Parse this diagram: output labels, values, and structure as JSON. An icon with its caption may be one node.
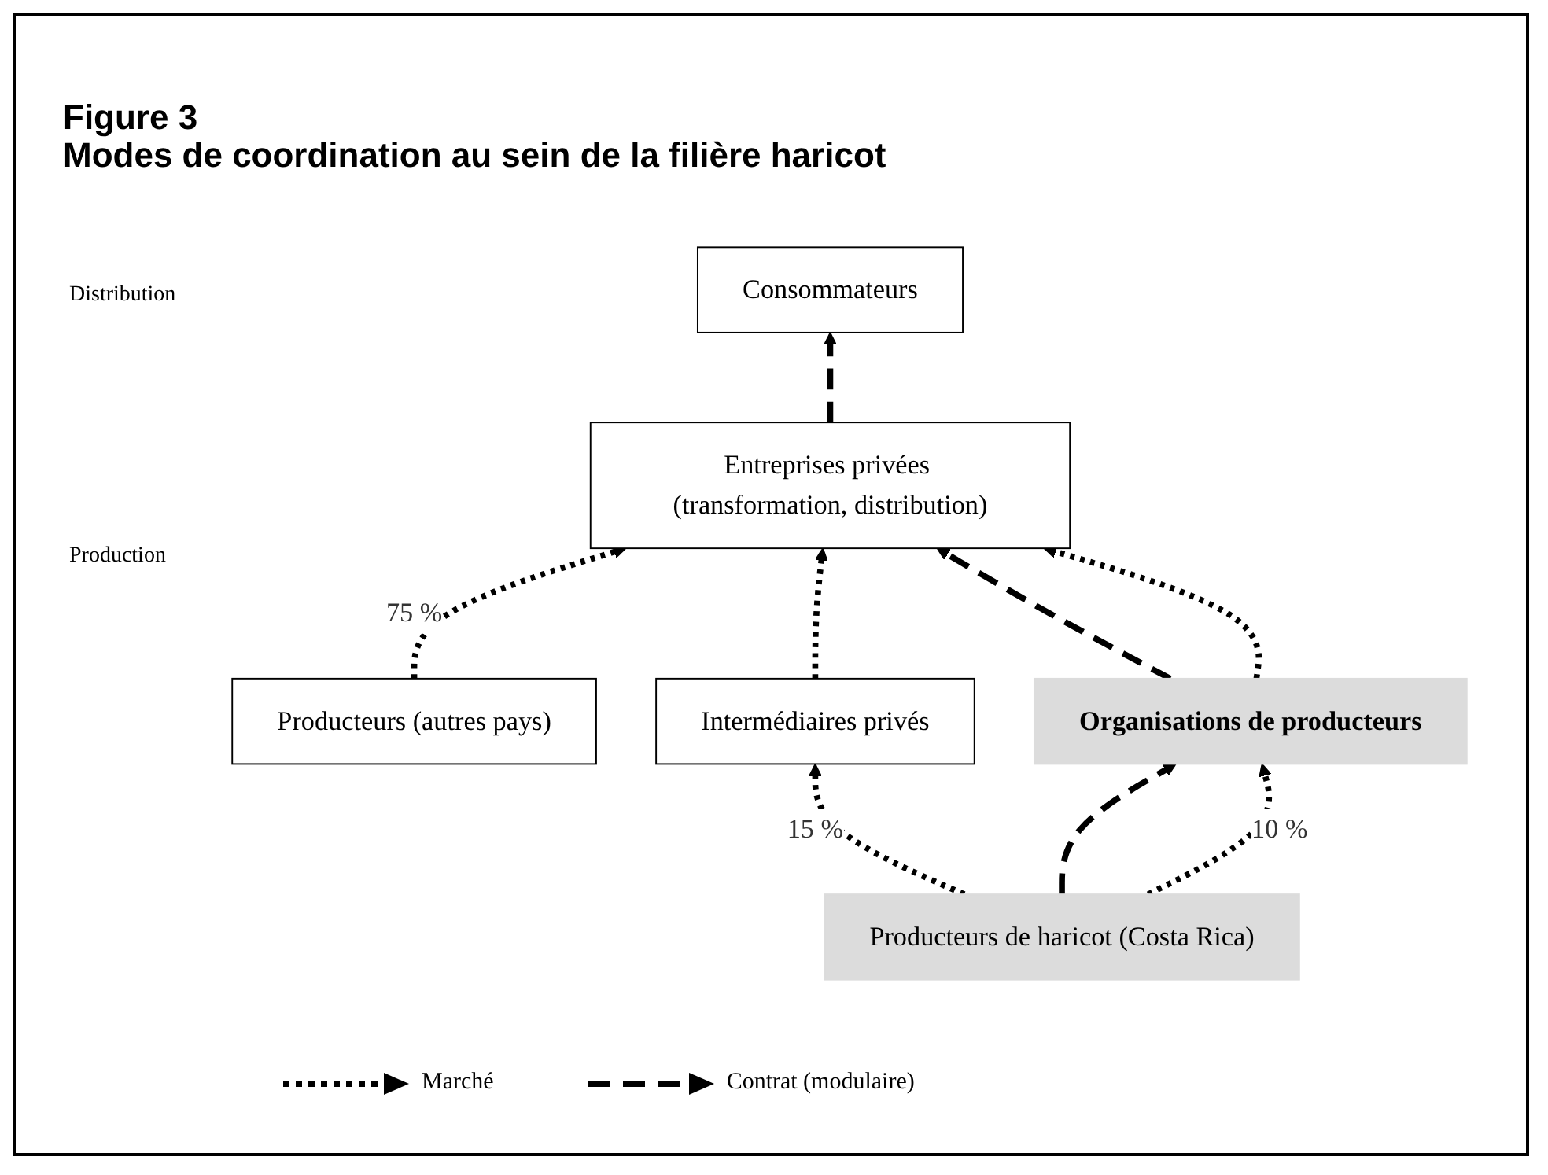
{
  "diagram": {
    "title": "Modes de coordination au sein de la filière haricot",
    "nodes": [
      {
        "text": [
          "Consommateurs"
        ]
      },
      {
        "text": [
          "Entreprises privées (transformation, distribution)"
        ]
      },
      {
        "text": [
          "Intermédiaires privés"
        ]
      },
      {
        "text": [
          "Organisations de producteurs"
        ]
      },
      {
        "text": [
          "Producteurs de haricot (Costa Rica)"
        ]
      },
      {
        "text": [
          "Producteurs (autres pays)"
        ]
      }
    ],
    "edges": [
      {
        "from": 4,
        "to": 2,
        "arrow": "to",
        "label": "15 %"
      },
      {
        "from": 4,
        "to": 3,
        "arrow": "to",
        "style": "dashed"
      },
      {
        "from": 4,
        "to": 3,
        "arrow": "to",
        "label": "10 %"
      },
      {
        "from": 5,
        "to": 1,
        "arrow": "to",
        "label": "75 %"
      },
      {
        "from": 2,
        "to": 1,
        "arrow": "to"
      },
      {
        "from": 3,
        "to": 1,
        "arrow": "to",
        "style": "dashed"
      },
      {
        "from": 3,
        "to": 1,
        "arrow": "to"
      },
      {
        "from": 1,
        "to": 0,
        "arrow": "to",
        "style": "dashed"
      }
    ],
    "labels": [
      "Figure 3",
      "Distribution",
      "Production"
    ],
    "legend": [
      {
        "text": "Marché"
      },
      {
        "text": "Contrat (modulaire)"
      }
    ]
  }
}
